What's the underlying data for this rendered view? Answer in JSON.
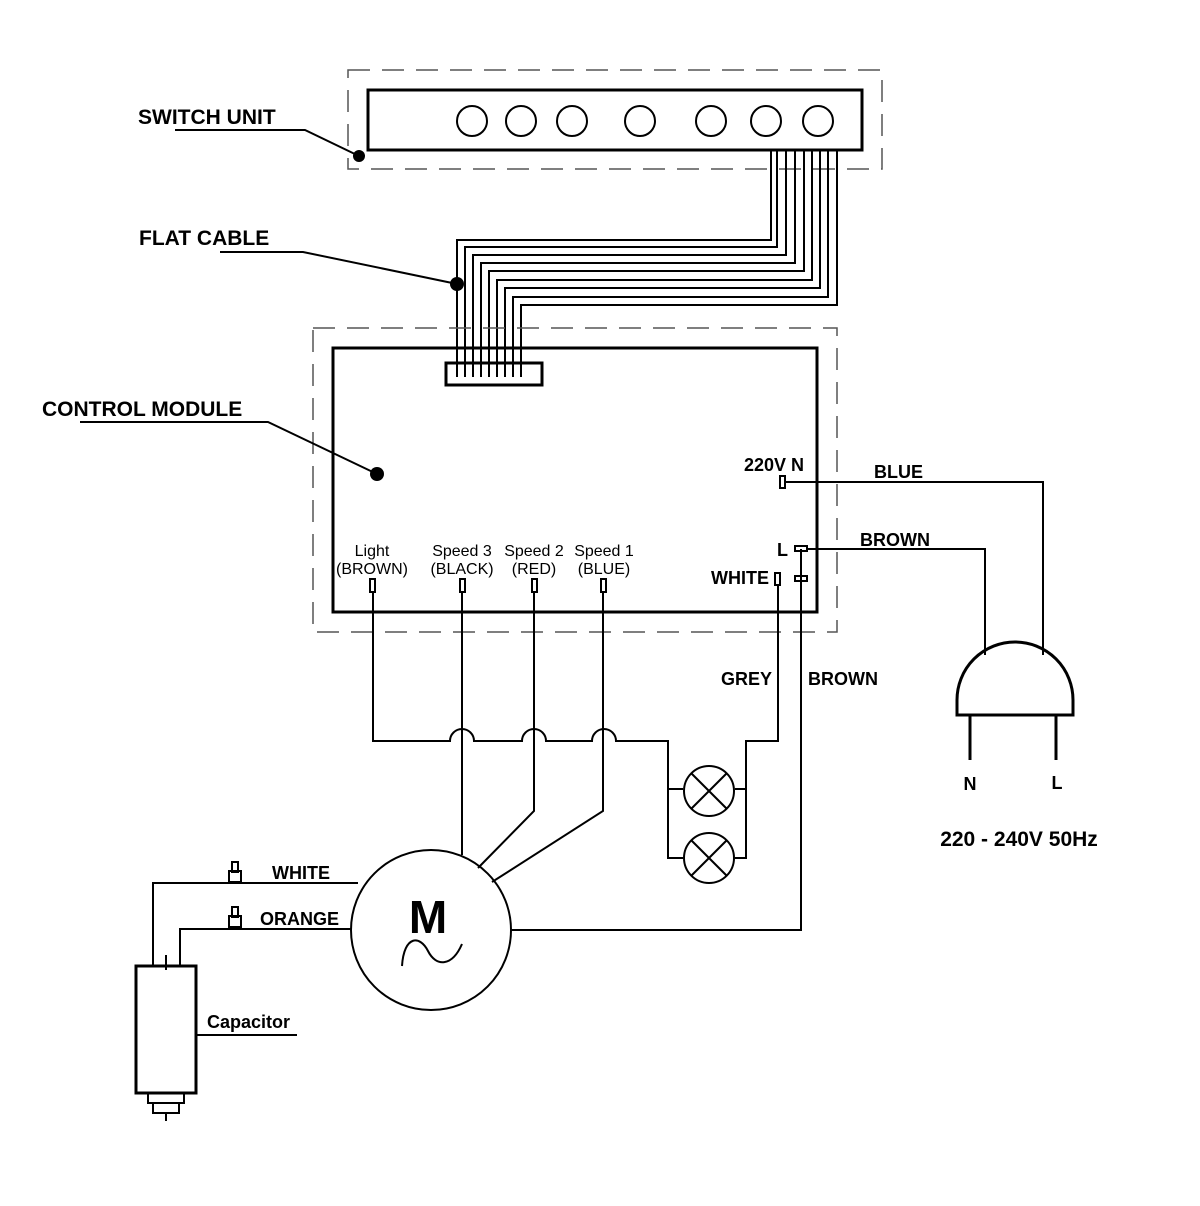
{
  "callouts": {
    "switch_unit": "SWITCH UNIT",
    "flat_cable": "FLAT CABLE",
    "control_module": "CONTROL MODULE",
    "capacitor": "Capacitor"
  },
  "terminals": {
    "light": {
      "name": "Light",
      "color": "(BROWN)"
    },
    "speed3": {
      "name": "Speed 3",
      "color": "(BLACK)"
    },
    "speed2": {
      "name": "Speed 2",
      "color": "(RED)"
    },
    "speed1": {
      "name": "Speed 1",
      "color": "(BLUE)"
    },
    "neutral": "220V N",
    "live": "L",
    "white": "WHITE"
  },
  "wires": {
    "blue": "BLUE",
    "brown_supply": "BROWN",
    "grey": "GREY",
    "brown_motor": "BROWN",
    "white_cap": "WHITE",
    "orange_cap": "ORANGE"
  },
  "motor": {
    "letter": "M",
    "symbol": "~"
  },
  "plug": {
    "n": "N",
    "l": "L"
  },
  "supply": "220 - 240V  50Hz",
  "switch_buttons": 7
}
